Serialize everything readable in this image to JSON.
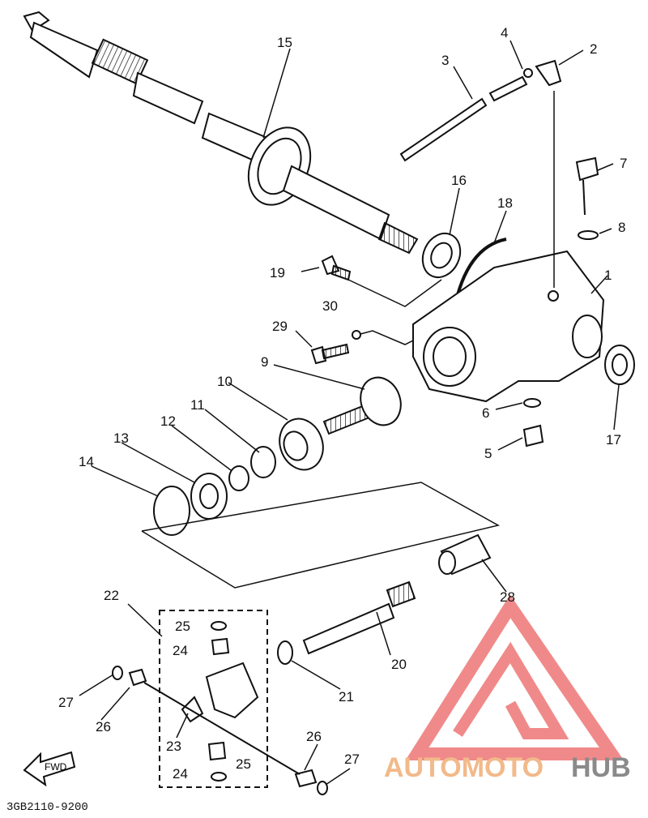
{
  "diagram_code": "3GB2110-9200",
  "fwd_label": "FWD",
  "watermark": {
    "word_1": "AUTOMOTO",
    "word_2": "HUB",
    "color_1": "#f2b98a",
    "color_2": "#8a8a8a",
    "logo_color": "#f08a8a"
  },
  "callouts": [
    "1",
    "2",
    "3",
    "4",
    "5",
    "6",
    "7",
    "8",
    "9",
    "10",
    "11",
    "12",
    "13",
    "14",
    "15",
    "16",
    "17",
    "18",
    "19",
    "20",
    "21",
    "22",
    "23",
    "24",
    "24",
    "25",
    "25",
    "26",
    "26",
    "27",
    "27",
    "28",
    "29",
    "30"
  ]
}
